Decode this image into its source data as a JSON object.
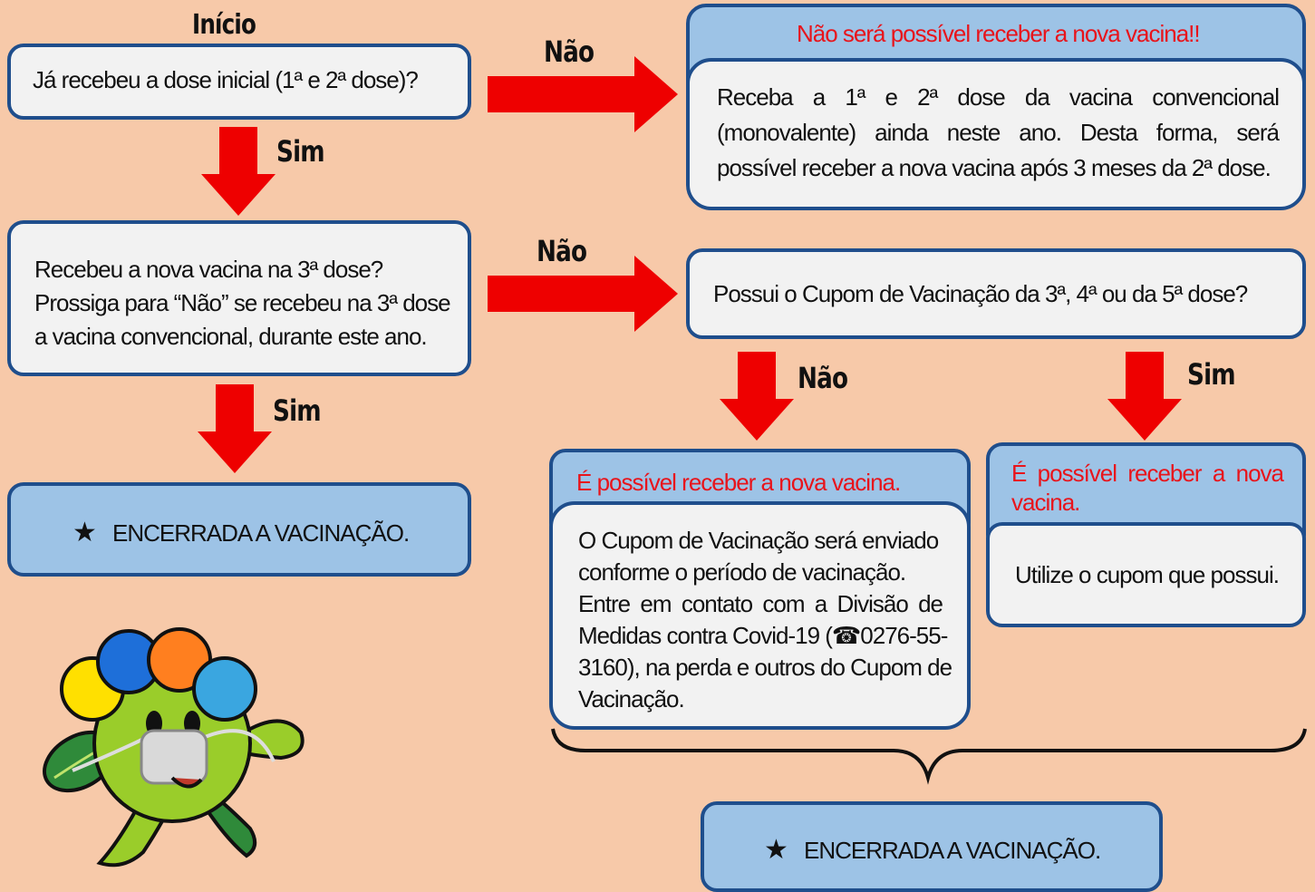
{
  "colors": {
    "background": "#f7c9a9",
    "arrow": "#ee0000",
    "border": "#1f4e8c",
    "box_blue": "#9dc3e6",
    "box_white": "#f2f2f2",
    "heading_red": "#e8141b"
  },
  "start_label": "Início",
  "q1": {
    "text": "Já recebeu a dose inicial (1ª e 2ª dose)?"
  },
  "q1_no": {
    "label": "Não",
    "header": "Não será possível receber a nova vacina!!",
    "body": "Receba a 1ª e 2ª dose da vacina convencional (monovalente) ainda neste ano. Desta forma, será possível receber a nova vacina após 3 meses da 2ª dose."
  },
  "q1_yes": {
    "label": "Sim"
  },
  "q2": {
    "lines": [
      "Recebeu a nova vacina na 3ª dose?",
      "Prossiga para “Não” se recebeu na 3ª dose",
      "a vacina convencional, durante este ano."
    ]
  },
  "q2_yes": {
    "label": "Sim"
  },
  "end_left": {
    "star": "★",
    "text": "ENCERRADA A VACINAÇÃO."
  },
  "q2_no": {
    "label": "Não"
  },
  "q3": {
    "text": "Possui o Cupom de Vacinação da 3ª, 4ª ou da 5ª dose?"
  },
  "q3_no": {
    "label": "Não",
    "header": "É possível receber a nova vacina.",
    "body_lines": [
      "O Cupom de Vacinação será enviado",
      "conforme o período de vacinação.",
      "Entre em contato com a Divisão de",
      "Medidas contra Covid-19 (☎0276-55-",
      "3160), na perda e outros do Cupom de",
      "Vacinação."
    ]
  },
  "q3_yes": {
    "label": "Sim",
    "header": "É possível receber a nova vacina.",
    "body": "Utilize o cupom que possui."
  },
  "end_right": {
    "star": "★",
    "text": "ENCERRADA A VACINAÇÃO."
  },
  "mascot": {
    "icon": "mascot-character-icon"
  }
}
